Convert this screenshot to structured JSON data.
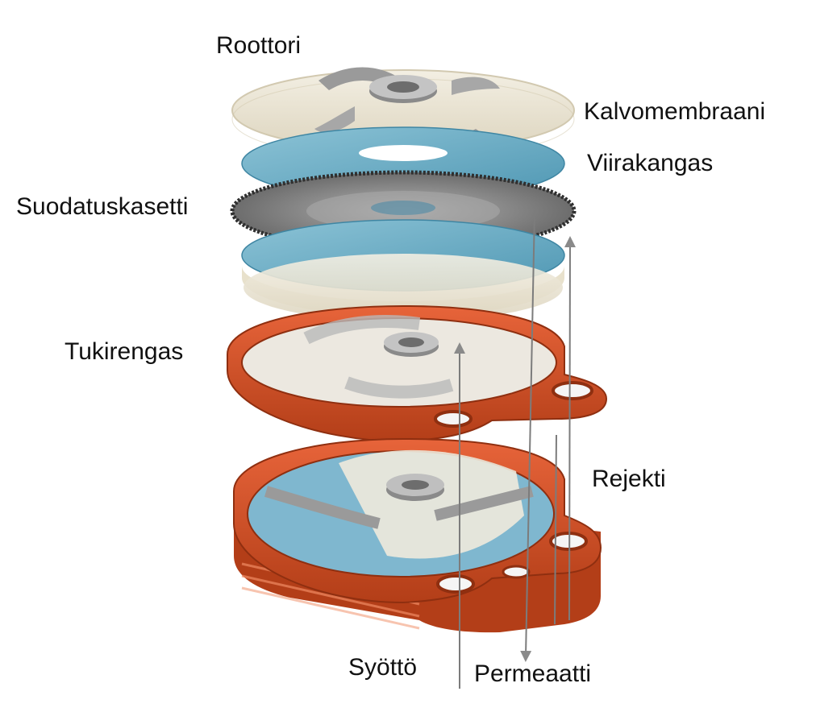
{
  "labels": {
    "rotor": "Roottori",
    "membrane": "Kalvomembraani",
    "wire_cloth": "Viirakangas",
    "filter_cassette": "Suodatuskasetti",
    "support_ring": "Tukirengas",
    "reject": "Rejekti",
    "feed": "Syöttö",
    "permeate": "Permeaatti"
  },
  "colors": {
    "ring": "#d8542a",
    "ring_dark": "#b33e18",
    "membrane": "#ece6d6",
    "wire_cloth": "#6fb0c9",
    "cassette": "#6f6f6f",
    "rotor": "#9a9a9a"
  }
}
